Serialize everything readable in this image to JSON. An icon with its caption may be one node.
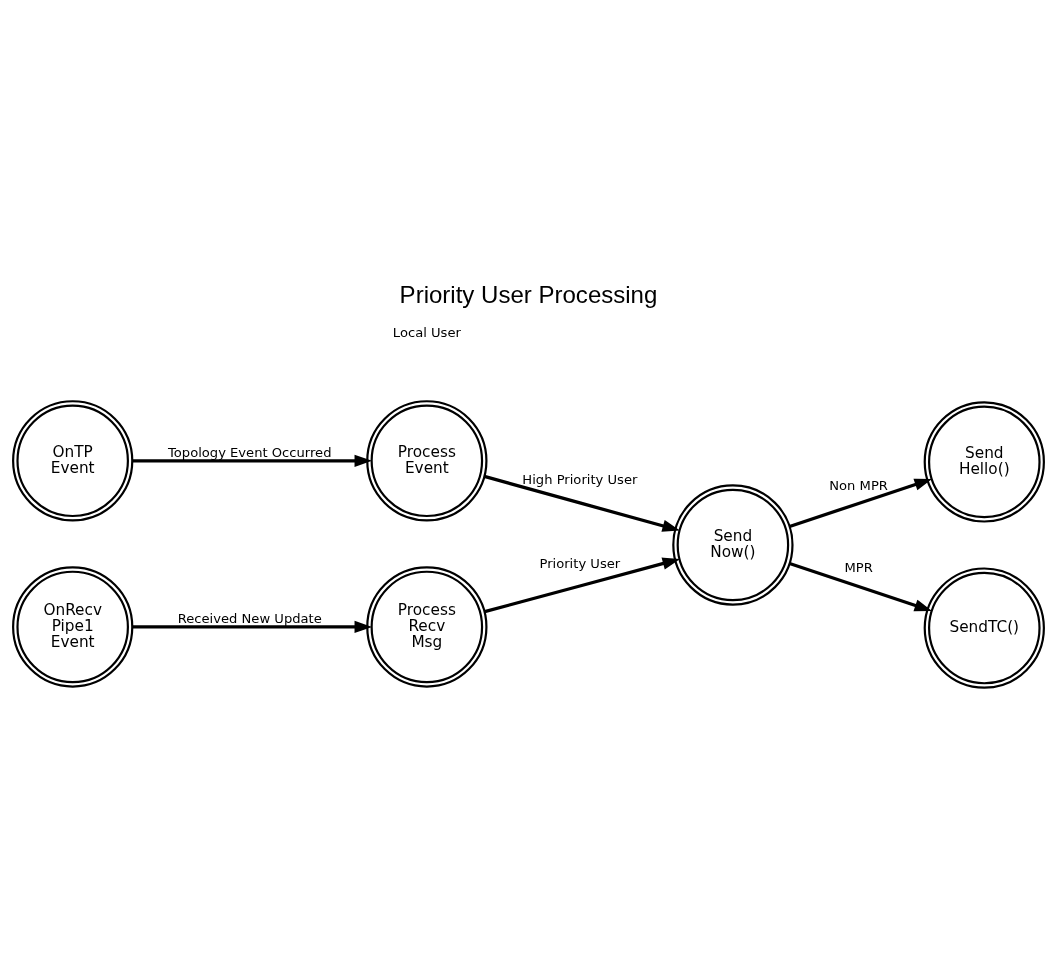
{
  "diagram": {
    "title": "Priority User Processing",
    "nodes": [
      {
        "text": [
          "Send Hello()"
        ]
      },
      {
        "text": [
          "Process Event"
        ]
      },
      {
        "text": [
          "Send Now()"
        ]
      },
      {
        "text": [
          "SendTC()"
        ]
      },
      {
        "text": [
          "OnTP Event"
        ]
      },
      {
        "text": [
          "Process Recv Msg"
        ]
      },
      {
        "text": [
          "OnRecv Pipe1 Event"
        ]
      }
    ],
    "edges": [
      {
        "from": 4,
        "to": 1,
        "arrow": "to",
        "label": "Topology Event Occurred"
      },
      {
        "from": 1,
        "to": 2,
        "arrow": "to",
        "label": "High Priority User"
      },
      {
        "from": 2,
        "to": 0,
        "arrow": "to",
        "label": "Non MPR"
      },
      {
        "from": 2,
        "to": 3,
        "arrow": "to",
        "label": "MPR"
      },
      {
        "from": 6,
        "to": 5,
        "arrow": "to",
        "label": "Received New Update"
      },
      {
        "from": 5,
        "to": 2,
        "arrow": "to",
        "label": "Priority User"
      }
    ],
    "labels": [
      "Local User"
    ]
  }
}
